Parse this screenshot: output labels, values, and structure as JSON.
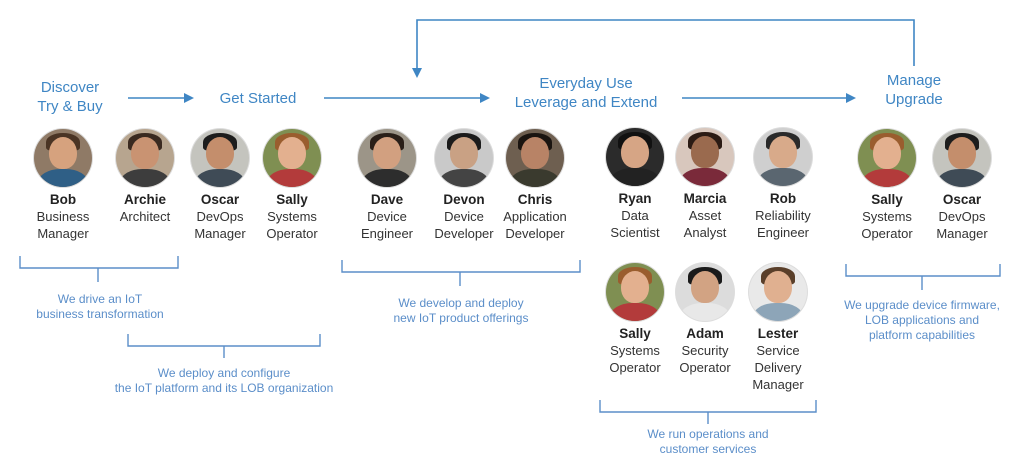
{
  "colors": {
    "accent": "#3f86c4",
    "caption": "#5b8ec9",
    "text": "#222222"
  },
  "stages": {
    "discover": "Discover\nTry & Buy",
    "get_started": "Get Started",
    "everyday": "Everyday Use\nLeverage and Extend",
    "manage": "Manage\nUpgrade"
  },
  "people": {
    "bob": {
      "name": "Bob",
      "role": "Business\nManager",
      "icon": "avatar-photo"
    },
    "archie": {
      "name": "Archie",
      "role": "Architect",
      "icon": "avatar-photo"
    },
    "oscar1": {
      "name": "Oscar",
      "role": "DevOps\nManager",
      "icon": "avatar-photo"
    },
    "sally1": {
      "name": "Sally",
      "role": "Systems\nOperator",
      "icon": "avatar-photo"
    },
    "dave": {
      "name": "Dave",
      "role": "Device\nEngineer",
      "icon": "avatar-photo"
    },
    "devon": {
      "name": "Devon",
      "role": "Device\nDeveloper",
      "icon": "avatar-photo"
    },
    "chris": {
      "name": "Chris",
      "role": "Application\nDeveloper",
      "icon": "avatar-photo"
    },
    "ryan": {
      "name": "Ryan",
      "role": "Data\nScientist",
      "icon": "avatar-photo"
    },
    "marcia": {
      "name": "Marcia",
      "role": "Asset\nAnalyst",
      "icon": "avatar-photo"
    },
    "rob": {
      "name": "Rob",
      "role": "Reliability\nEngineer",
      "icon": "avatar-photo"
    },
    "sally2": {
      "name": "Sally",
      "role": "Systems\nOperator",
      "icon": "avatar-photo"
    },
    "adam": {
      "name": "Adam",
      "role": "Security\nOperator",
      "icon": "avatar-photo"
    },
    "lester": {
      "name": "Lester",
      "role": "Service\nDelivery\nManager",
      "icon": "avatar-photo"
    },
    "sally3": {
      "name": "Sally",
      "role": "Systems\nOperator",
      "icon": "avatar-photo"
    },
    "oscar2": {
      "name": "Oscar",
      "role": "DevOps\nManager",
      "icon": "avatar-photo"
    }
  },
  "captions": {
    "transform": "We drive an IoT\nbusiness transformation",
    "deploy": "We deploy and configure\nthe IoT platform and its LOB organization",
    "develop": "We develop and deploy\nnew IoT product offerings",
    "operations": "We run operations and\ncustomer services",
    "upgrade": "We upgrade device firmware,\nLOB applications and\nplatform capabilities"
  }
}
